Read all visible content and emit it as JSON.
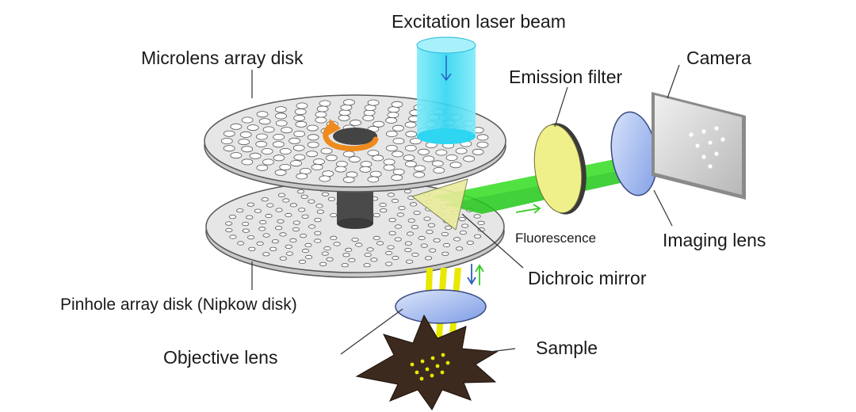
{
  "labels": {
    "excitation": "Excitation laser beam",
    "microlens": "Microlens array disk",
    "emission": "Emission filter",
    "camera": "Camera",
    "fluorescence": "Fluorescence",
    "imaging": "Imaging lens",
    "dichroic": "Dichroic mirror",
    "pinhole": "Pinhole array disk (Nipkow disk)",
    "objective": "Objective lens",
    "sample": "Sample"
  },
  "colors": {
    "disk_fill": "#e6e6e6",
    "disk_edge": "#5a5a5a",
    "hub": "#444444",
    "laser": "#40dcf5",
    "green_beam": "#33dd22",
    "emission_filter": "#f0f08a",
    "imaging_lens": "#9fb8f0",
    "camera_face": "#d8d8d8",
    "objective_lens": "#b8cdf5",
    "focus_beam": "#e8e800",
    "sample": "#3d2a1e",
    "rotation_arrow": "#ee8a1e"
  }
}
